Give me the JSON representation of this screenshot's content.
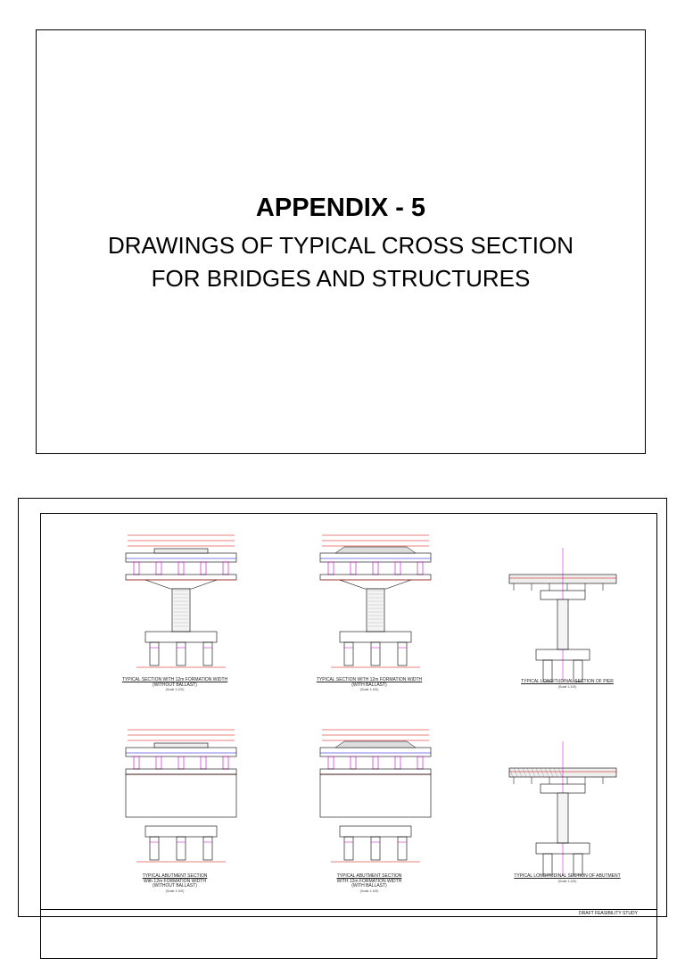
{
  "cover": {
    "title": "APPENDIX - 5",
    "subtitle_line1": "DRAWINGS OF TYPICAL CROSS SECTION",
    "subtitle_line2": "FOR BRIDGES AND STRUCTURES"
  },
  "sheet": {
    "drawings": [
      {
        "caption": "TYPICAL SECTION WITH 12m FORMATION WIDTH",
        "sub": "(WITHOUT BALLAST)",
        "scale": "(Scale 1:100)"
      },
      {
        "caption": "TYPICAL SECTION WITH 12m FORMATION WIDTH",
        "sub": "(WITH BALLAST)",
        "scale": "(Scale 1:100)"
      },
      {
        "caption": "TYPICAL LONGITUDINAL SECTION OF PIER",
        "sub": "",
        "scale": "(Scale 1:100)"
      },
      {
        "caption": "TYPICAL ABUTMENT SECTION",
        "caption2": "With 12m FORMATION WIDTH",
        "sub": "(WITHOUT BALLAST)",
        "scale": "(Scale 1:100)"
      },
      {
        "caption": "TYPICAL ABUTMENT SECTION",
        "caption2": "WITH 12m FORMATION WIDTH",
        "sub": "(WITH BALLAST)",
        "scale": "(Scale 1:100)"
      },
      {
        "caption": "TYPICAL LONGITUDINAL SECTION OF ABUTMENT",
        "sub": "",
        "scale": "(Scale 1:100)"
      }
    ],
    "title_block": {
      "text": "DRAFT FEASIBILITY STUDY"
    }
  },
  "colors": {
    "line": "#000000",
    "dim": "#d00000",
    "accent": "#c000c0",
    "deck": "#0000cc"
  }
}
